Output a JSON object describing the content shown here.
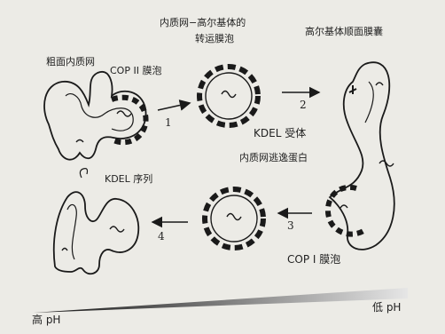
{
  "labels": {
    "er": "粗面内质网",
    "copii": "COP II 膜泡",
    "er_golgi_vesicle_line1": "内质网−高尔基体的",
    "er_golgi_vesicle_line2": "转运膜泡",
    "cis_golgi": "高尔基体顺面膜囊",
    "kdel_receptor": "KDEL 受体",
    "escaped_protein": "内质网逃逸蛋白",
    "kdel_sequence": "KDEL 序列",
    "copi": "COP I 膜泡",
    "high_ph": "高 pH",
    "low_ph": "低 pH"
  },
  "steps": [
    "1",
    "2",
    "3",
    "4"
  ],
  "colors": {
    "background": "#ecebe6",
    "ink": "#1a1a1a",
    "gradient_start": "#111111",
    "gradient_end": "#e6e6e6"
  }
}
